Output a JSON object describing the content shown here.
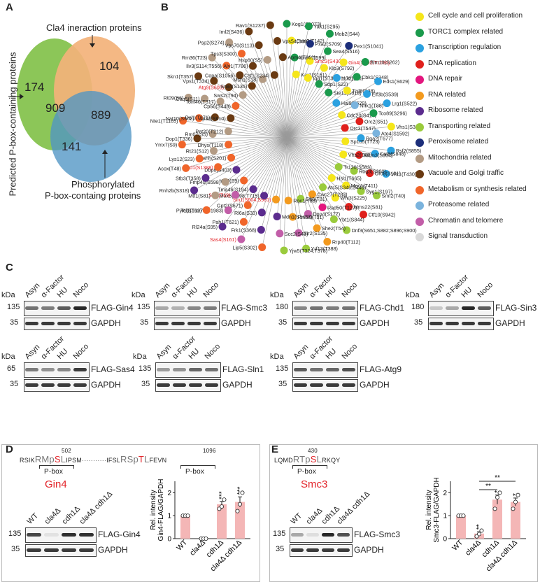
{
  "panels": {
    "A": "A",
    "B": "B",
    "C": "C",
    "D": "D",
    "E": "E"
  },
  "venn": {
    "left_label": "Predicted P-box-containing proteins",
    "top_label": "Cla4 ineraction proteins",
    "bottom_label": "Phosphorylated\nP-box-containg proteins",
    "bottom_label_1": "Phosphorylated",
    "bottom_label_2": "P-box-containg proteins",
    "n_only_predicted": "174",
    "n_only_cla4": "104",
    "n_pred_cla4": "909",
    "n_cla4_phos": "889",
    "n_pred_phos": "141",
    "colors": {
      "predicted": "#7fc24a",
      "cla4": "#f3b27a",
      "phos": "#4f95c4"
    }
  },
  "network": {
    "categories": [
      {
        "label": "Cell cycle and cell proliferation",
        "color": "#f5e61a"
      },
      {
        "label": "TORC1 complex related",
        "color": "#1a9a4c"
      },
      {
        "label": "Transcription regulation",
        "color": "#2ba1e0"
      },
      {
        "label": "DNA replication",
        "color": "#e0201c"
      },
      {
        "label": "DNA repair",
        "color": "#e3167e"
      },
      {
        "label": "RNA related",
        "color": "#f39a1e"
      },
      {
        "label": "Ribosome related",
        "color": "#5b2c8e"
      },
      {
        "label": "Transporting related",
        "color": "#9acb3c"
      },
      {
        "label": "Peroxisome related",
        "color": "#1c2e7a"
      },
      {
        "label": "Mitochondria related",
        "color": "#b39b84"
      },
      {
        "label": "Vacuole and Golgi traffic",
        "color": "#6a3a12"
      },
      {
        "label": "Metabolism or synthesis related",
        "color": "#f0652a"
      },
      {
        "label": "Proteasome related",
        "color": "#7ab3dd"
      },
      {
        "label": "Chromatin and telomere",
        "color": "#c25ea8"
      },
      {
        "label": "Signal transduction",
        "color": "#d9d9d9"
      }
    ],
    "nodes": [
      {
        "t": "Kog1(S1073)",
        "c": "#1a9a4c",
        "red": false
      },
      {
        "t": "Csm2(T142)",
        "c": "#f5e61a",
        "red": false
      },
      {
        "t": "Kns1(T599)",
        "c": "#1a9a4c",
        "red": false
      },
      {
        "t": "Kar1(S161)",
        "c": "#f5e61a",
        "red": false
      },
      {
        "t": "Yak1(S295)",
        "c": "#1a9a4c",
        "red": false
      },
      {
        "t": "Pxa2(S709)",
        "c": "#1c2e7a",
        "red": false
      },
      {
        "t": "Smc3(S430)",
        "c": "#f5e61a",
        "red": true
      },
      {
        "t": "Iqg1(S731;T1172)",
        "c": "#f5e61a",
        "red": false
      },
      {
        "t": "Mob2(S44)",
        "c": "#1a9a4c",
        "red": false
      },
      {
        "t": "Sea4(S516)",
        "c": "#1a9a4c",
        "red": false
      },
      {
        "t": "Klp3(S792)",
        "c": "#f5e61a",
        "red": false
      },
      {
        "t": "Sdp1(S22)",
        "c": "#1a9a4c",
        "red": false
      },
      {
        "t": "Pex1(S1041)",
        "c": "#1c2e7a",
        "red": false
      },
      {
        "t": "Gin4(S502;T1096)",
        "c": "#f5e61a",
        "red": true
      },
      {
        "t": "Yrm1(S6)",
        "c": "#2ba1e0",
        "red": false
      },
      {
        "t": "Ste11(S616)",
        "c": "#1a9a4c",
        "red": false
      },
      {
        "t": "Blm10(S262)",
        "c": "#1a9a4c",
        "red": false
      },
      {
        "t": "Cbk1(S348)",
        "c": "#1a9a4c",
        "red": false
      },
      {
        "t": "Tcd8(S38)",
        "c": "#f5e61a",
        "red": false
      },
      {
        "t": "Hal9(T629)",
        "c": "#2ba1e0",
        "red": false
      },
      {
        "t": "Eds1(S629)",
        "c": "#2ba1e0",
        "red": false
      },
      {
        "t": "Elf3b(S539)",
        "c": "#2ba1e0",
        "red": false
      },
      {
        "t": "Nnk1(T88)",
        "c": "#7ab3dd",
        "red": false
      },
      {
        "t": "Cdc20(S417)",
        "c": "#f5e61a",
        "red": false
      },
      {
        "t": "Lrg1(S522)",
        "c": "#2ba1e0",
        "red": false
      },
      {
        "t": "Tco89(S296)",
        "c": "#1a9a4c",
        "red": false
      },
      {
        "t": "Orc2(S51)",
        "c": "#e0201c",
        "red": false
      },
      {
        "t": "Orc3(T547)",
        "c": "#e0201c",
        "red": false
      },
      {
        "t": "Vhs1(S322)",
        "c": "#f5e61a",
        "red": false
      },
      {
        "t": "Ato4(S1592)",
        "c": "#7ab3dd",
        "red": false
      },
      {
        "t": "Rga2(T677)",
        "c": "#2ba1e0",
        "red": false
      },
      {
        "t": "Sp105(T723)",
        "c": "#f5e61a",
        "red": false
      },
      {
        "t": "Rsf2(S855)",
        "c": "#2ba1e0",
        "red": false
      },
      {
        "t": "Cat8(S848)",
        "c": "#2ba1e0",
        "red": false
      },
      {
        "t": "Mcm3(S904)",
        "c": "#e0201c",
        "red": false
      },
      {
        "t": "Vhs2(S68)",
        "c": "#f5e61a",
        "red": false
      },
      {
        "t": "Vhr1(T430)",
        "c": "#2ba1e0",
        "red": false
      },
      {
        "t": "Orc6(S101)",
        "c": "#e0201c",
        "red": false
      },
      {
        "t": "Rog3(S300)",
        "c": "#9acb3c",
        "red": false
      },
      {
        "t": "Tr130(S583)",
        "c": "#9acb3c",
        "red": false
      },
      {
        "t": "Smf2(T40)",
        "c": "#9acb3c",
        "red": false
      },
      {
        "t": "Syg1(S197)",
        "c": "#9acb3c",
        "red": false
      },
      {
        "t": "Mec1(T411)",
        "c": "#f5e61a",
        "red": false
      },
      {
        "t": "Hsl1(T665)",
        "c": "#f5e61a",
        "red": false
      },
      {
        "t": "Ctf10(S942)",
        "c": "#e0201c",
        "red": false
      },
      {
        "t": "Mms22(S81)",
        "c": "#e0201c",
        "red": false
      },
      {
        "t": "Whi3(S225)",
        "c": "#f5e61a",
        "red": false
      },
      {
        "t": "Atc5(S348;S449)",
        "c": "#9acb3c",
        "red": false
      },
      {
        "t": "Dnf3(S651;S882;S896;S900)",
        "c": "#9acb3c",
        "red": false
      },
      {
        "t": "Ybt1(S844)",
        "c": "#9acb3c",
        "red": false
      },
      {
        "t": "Rad50(T127)",
        "c": "#e3167e",
        "red": false
      },
      {
        "t": "Cwc27(T283)",
        "c": "#f39a1e",
        "red": false
      },
      {
        "t": "Rrp40(T112)",
        "c": "#f39a1e",
        "red": false
      },
      {
        "t": "She2(T54)",
        "c": "#f39a1e",
        "red": false
      },
      {
        "t": "Dpp4(S177)",
        "c": "#c25ea8",
        "red": false
      },
      {
        "t": "Cft8(T81)",
        "c": "#9acb3c",
        "red": false
      },
      {
        "t": "Yrf13(T388)",
        "c": "#9acb3c",
        "red": false
      },
      {
        "t": "Sir2(S135)",
        "c": "#c25ea8",
        "red": false
      },
      {
        "t": "Pml39(T31)",
        "c": "#f39a1e",
        "red": false
      },
      {
        "t": "Rqc1(T88)",
        "c": "#f39a1e",
        "red": false
      },
      {
        "t": "Yjw5(T324;T378)",
        "c": "#9acb3c",
        "red": false
      },
      {
        "t": "Scc2(S43)",
        "c": "#c25ea8",
        "red": false
      },
      {
        "t": "Mdn1(S1467)",
        "c": "#5b2c8e",
        "red": false
      },
      {
        "t": "Sln1(S604;S981)",
        "c": "#f39a1e",
        "red": true
      },
      {
        "t": "Lip5(S302)",
        "c": "#f0652a",
        "red": false
      },
      {
        "t": "Frk1(S368)",
        "c": "#5b2c8e",
        "red": false
      },
      {
        "t": "Rl6a(S33)",
        "c": "#5b2c8e",
        "red": false
      },
      {
        "t": "Mak5(T598;T715)",
        "c": "#5b2c8e",
        "red": false
      },
      {
        "t": "Sas4(S161)",
        "c": "#c25ea8",
        "red": true
      },
      {
        "t": "Pah1(T621)",
        "c": "#f0652a",
        "red": false
      },
      {
        "t": "Gpt2(S671)",
        "c": "#f0652a",
        "red": false
      },
      {
        "t": "Tma46(S194)",
        "c": "#5b2c8e",
        "red": false
      },
      {
        "t": "Rl24a(S95)",
        "c": "#5b2c8e",
        "red": false
      },
      {
        "t": "Tel1(T1974;S1983)",
        "c": "#c25ea8",
        "red": false
      },
      {
        "t": "Sin3(T49)",
        "c": "#c25ea8",
        "red": true
      },
      {
        "t": "Yjh0(S9)",
        "c": "#f0652a",
        "red": false
      },
      {
        "t": "Pyr1(S162)",
        "c": "#f0652a",
        "red": false
      },
      {
        "t": "Mtf1(S81)",
        "c": "#b39b84",
        "red": false
      },
      {
        "t": "Fmp40(S598)",
        "c": "#b39b84",
        "red": false
      },
      {
        "t": "Dbp8(S403)",
        "c": "#5b2c8e",
        "red": false
      },
      {
        "t": "Rnh2b(S318)",
        "c": "#5b2c8e",
        "red": false
      },
      {
        "t": "Stb3(T358)",
        "c": "#5b2c8e",
        "red": false
      },
      {
        "t": "Chd1(S1388)",
        "c": "#f0652a",
        "red": true
      },
      {
        "t": "Sahh(S201)",
        "c": "#f0652a",
        "red": false
      },
      {
        "t": "Acox(T48)",
        "c": "#f0652a",
        "red": false
      },
      {
        "t": "Lys12(S23)",
        "c": "#f0652a",
        "red": false
      },
      {
        "t": "Rt21(S12)",
        "c": "#b39b84",
        "red": false
      },
      {
        "t": "Dhys(T118)",
        "c": "#f0652a",
        "red": false
      },
      {
        "t": "Ymx7(S9)",
        "c": "#f0652a",
        "red": false
      },
      {
        "t": "Dop1(T336)",
        "c": "#6a3a12",
        "red": false
      },
      {
        "t": "Rm07(S5)",
        "c": "#b39b84",
        "red": false
      },
      {
        "t": "Pet20(T212)",
        "c": "#b39b84",
        "red": false
      },
      {
        "t": "Nte1(T1165)",
        "c": "#f0652a",
        "red": false
      },
      {
        "t": "Nat10(S602)",
        "c": "#f0652a",
        "red": false
      },
      {
        "t": "Dsl1(T271)",
        "c": "#6a3a12",
        "red": false
      },
      {
        "t": "Ap3d(S610)",
        "c": "#6a3a12",
        "red": false
      },
      {
        "t": "Rt09(S6)",
        "c": "#b39b84",
        "red": false
      },
      {
        "t": "Coq5(S11)",
        "c": "#b39b84",
        "red": false
      },
      {
        "t": "Tom40(T317)",
        "c": "#b39b84",
        "red": false
      },
      {
        "t": "Cp56(S448)",
        "c": "#f0652a",
        "red": false
      },
      {
        "t": "Skn1(T357)",
        "c": "#6a3a12",
        "red": false
      },
      {
        "t": "Vps1(T334)",
        "c": "#6a3a12",
        "red": false
      },
      {
        "t": "Atg9(S600)",
        "c": "#6a3a12",
        "red": true
      },
      {
        "t": "Sws2(T94)",
        "c": "#b39b84",
        "red": false
      },
      {
        "t": "Rm36(T23)",
        "c": "#b39b84",
        "red": false
      },
      {
        "t": "Ilv3(S114;T556)",
        "c": "#f0652a",
        "red": false
      },
      {
        "t": "Copa(S1056)",
        "c": "#6a3a12",
        "red": false
      },
      {
        "t": "Snx4(S135)",
        "c": "#6a3a12",
        "red": false
      },
      {
        "t": "Psp2(S274)",
        "c": "#b39b84",
        "red": false
      },
      {
        "t": "Tps3(S300)",
        "c": "#f0652a",
        "red": false
      },
      {
        "t": "Aly1(T786)",
        "c": "#6a3a12",
        "red": false
      },
      {
        "t": "Msh1(S18)",
        "c": "#b39b84",
        "red": false
      },
      {
        "t": "Iml2(S436)",
        "c": "#6a3a12",
        "red": false
      },
      {
        "t": "Vps70(S113)",
        "c": "#6a3a12",
        "red": false
      },
      {
        "t": "Hsp60(S5)",
        "c": "#b39b84",
        "red": false
      },
      {
        "t": "Csf1(S234)",
        "c": "#6a3a12",
        "red": false
      },
      {
        "t": "Rav1(S1237)",
        "c": "#6a3a12",
        "red": false
      },
      {
        "t": "Vps54(S69)",
        "c": "#6a3a12",
        "red": false
      },
      {
        "t": "Apm4(T361)",
        "c": "#6a3a12",
        "red": false
      }
    ]
  },
  "blots_c": {
    "lanes": [
      "Asyn",
      "α-Factor",
      "HU",
      "Noco"
    ],
    "kda_label": "kDa",
    "loading": "GAPDH",
    "loading_kda": "35",
    "items": [
      {
        "name": "FLAG-Gin4",
        "kda": "135",
        "levels": [
          0.6,
          0.55,
          0.7,
          0.95
        ]
      },
      {
        "name": "FLAG-Smc3",
        "kda": "135",
        "levels": [
          0.35,
          0.3,
          0.5,
          0.55
        ]
      },
      {
        "name": "FLAG-Chd1",
        "kda": "180",
        "levels": [
          0.5,
          0.6,
          0.55,
          0.6
        ]
      },
      {
        "name": "FLAG-Sin3",
        "kda": "180",
        "levels": [
          0.2,
          0.35,
          0.95,
          0.7
        ]
      },
      {
        "name": "FLAG-Sas4",
        "kda": "65",
        "levels": [
          0.55,
          0.45,
          0.5,
          0.85
        ]
      },
      {
        "name": "FLAG-Sln1",
        "kda": "135",
        "levels": [
          0.4,
          0.45,
          0.65,
          0.6
        ]
      },
      {
        "name": "FLAG-Atg9",
        "kda": "135",
        "levels": [
          0.7,
          0.6,
          0.65,
          0.75
        ]
      }
    ]
  },
  "panel_d": {
    "protein": "Gin4",
    "site1": "502",
    "site2": "1096",
    "seq1_pre": "RSIK",
    "seq1_box_a": "RMp",
    "seq1_s": "S",
    "seq1_box_b": "L",
    "seq1_post": "IPSM",
    "seq_dots": "···········",
    "seq2_pre": "IFSL",
    "seq2_box_a": "RSp",
    "seq2_s": "T",
    "seq2_box_b": "L",
    "seq2_post": "FEVN",
    "pbox": "P-box",
    "lanes": [
      "WT",
      "cla4Δ",
      "cdh1Δ",
      "cla4Δ cdh1Δ"
    ],
    "blot_label": "FLAG-Gin4",
    "loading": "GAPDH",
    "kda_top": "135",
    "kda_bottom": "35",
    "levels": [
      0.8,
      0.05,
      0.9,
      0.9
    ],
    "ylabel": "Rel. intensity\nGin4-FLAG/GAPDH",
    "ylabel_1": "Rel. intensity",
    "ylabel_2": "Gin4-FLAG/GAPDH"
  },
  "panel_e": {
    "protein": "Smc3",
    "site": "430",
    "seq_pre": "LQMD",
    "seq_box_a": "RTp",
    "seq_s": "S",
    "seq_box_b": "L",
    "seq_post": "RKQY",
    "pbox": "P-box",
    "lanes": [
      "WT",
      "cla4Δ",
      "cdh1Δ",
      "cla4Δ cdh1Δ"
    ],
    "blot_label": "FLAG-Smc3",
    "loading": "GAPDH",
    "kda_top": "135",
    "kda_bottom": "35",
    "levels": [
      0.35,
      0.1,
      0.95,
      0.75
    ],
    "ylabel_1": "Rel. intensity",
    "ylabel_2": "Smc3-FLAG/GAPDH"
  },
  "chart_data": [
    {
      "type": "bar",
      "title": "",
      "categories": [
        "WT",
        "cla4Δ",
        "cdh1Δ",
        "cla4Δ cdh1Δ"
      ],
      "values": [
        1.0,
        0.0,
        1.5,
        1.6
      ],
      "points": [
        [
          1.0,
          1.0,
          1.0
        ],
        [
          0,
          0,
          0
        ],
        [
          1.3,
          1.4,
          1.7
        ],
        [
          1.2,
          1.5,
          2.0
        ]
      ],
      "errors": [
        0,
        0,
        0.12,
        0.22
      ],
      "significance": [
        "",
        "",
        "***",
        "***"
      ],
      "ylabel": "Rel. intensity Gin4-FLAG/GAPDH",
      "ylim": [
        0,
        2.5
      ],
      "yticks": [
        "0",
        "1",
        "2"
      ]
    },
    {
      "type": "bar",
      "title": "",
      "categories": [
        "WT",
        "cla4Δ",
        "cdh1Δ",
        "cla4Δ cdh1Δ"
      ],
      "values": [
        1.0,
        0.22,
        1.7,
        1.6
      ],
      "points": [
        [
          1.0,
          1.0,
          1.0
        ],
        [
          0.1,
          0.2,
          0.35
        ],
        [
          1.3,
          1.8,
          2.0
        ],
        [
          1.3,
          1.6,
          1.9
        ]
      ],
      "errors": [
        0,
        0.08,
        0.2,
        0.17
      ],
      "significance": [
        "",
        "**",
        "*",
        "*"
      ],
      "brackets": [
        {
          "from": "cla4Δ",
          "to": "cdh1Δ",
          "label": "**"
        },
        {
          "from": "cla4Δ",
          "to": "cla4Δ cdh1Δ",
          "label": "**"
        }
      ],
      "ylabel": "Rel. intensity Smc3-FLAG/GAPDH",
      "ylim": [
        0,
        2.5
      ],
      "yticks": [
        "0",
        "1",
        "2"
      ]
    }
  ]
}
